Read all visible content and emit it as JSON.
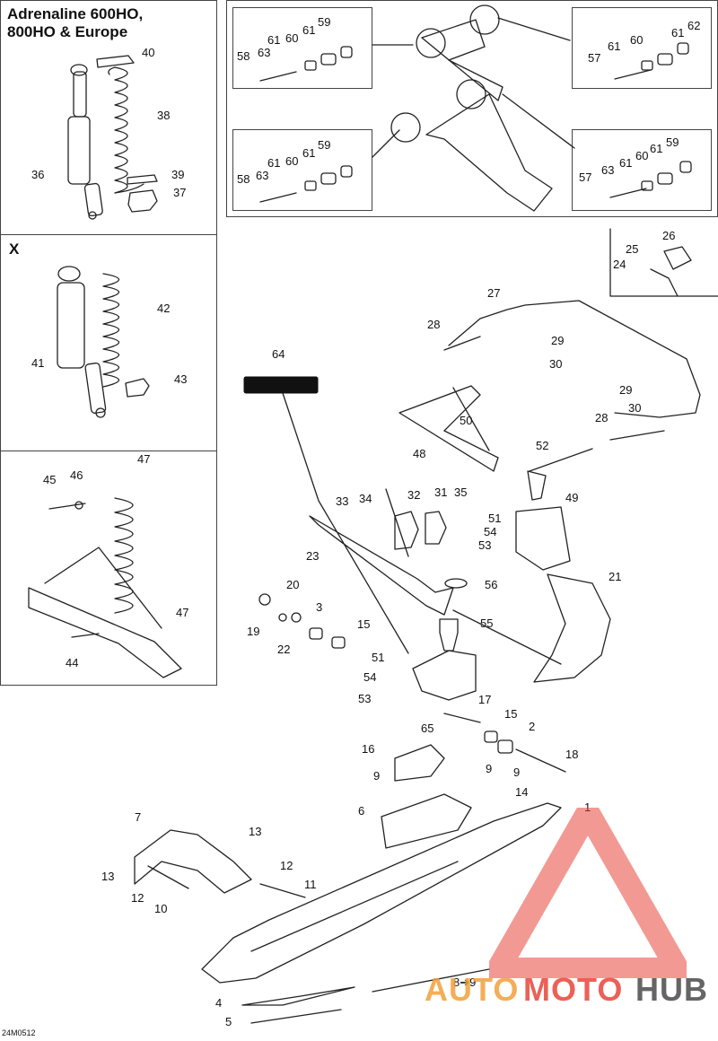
{
  "panels": {
    "adrenaline": {
      "title_line1": "Adrenaline 600HO,",
      "title_line2": "800HO & Europe"
    },
    "x": {
      "title": "X"
    }
  },
  "callouts": {
    "p40": "40",
    "p38": "38",
    "p36": "36",
    "p39": "39",
    "p37": "37",
    "p42": "42",
    "p41": "41",
    "p43": "43",
    "p47a": "47",
    "p45": "45",
    "p46": "46",
    "p47b": "47",
    "p44": "44",
    "b1_59": "59",
    "b1_61a": "61",
    "b1_60": "60",
    "b1_61b": "61",
    "b1_58": "58",
    "b1_63": "63",
    "b2_59": "59",
    "b2_61a": "61",
    "b2_60": "60",
    "b2_61b": "61",
    "b2_58": "58",
    "b2_63": "63",
    "b3_62": "62",
    "b3_61a": "61",
    "b3_60": "60",
    "b3_61b": "61",
    "b3_57": "57",
    "b4_59": "59",
    "b4_61a": "61",
    "b4_60": "60",
    "b4_61b": "61",
    "b4_57": "57",
    "b4_63": "63",
    "m26": "26",
    "m25": "25",
    "m24": "24",
    "m27": "27",
    "m28a": "28",
    "m29a": "29",
    "m30a": "30",
    "m29b": "29",
    "m30b": "30",
    "m28b": "28",
    "m64": "64",
    "m50": "50",
    "m48": "48",
    "m52": "52",
    "m49": "49",
    "m33": "33",
    "m34": "34",
    "m32": "32",
    "m31": "31",
    "m35": "35",
    "m51a": "51",
    "m54a": "54",
    "m53a": "53",
    "m23": "23",
    "m21": "21",
    "m56": "56",
    "m20": "20",
    "m3": "3",
    "m19": "19",
    "m15a": "15",
    "m22": "22",
    "m55": "55",
    "m51b": "51",
    "m54b": "54",
    "m53b": "53",
    "m17": "17",
    "m65": "65",
    "m15b": "15",
    "m2": "2",
    "m18": "18",
    "m16": "16",
    "m9a": "9",
    "m9b": "9",
    "m9c": "9",
    "m14": "14",
    "m6": "6",
    "m1": "1",
    "m7": "7",
    "m13a": "13",
    "m13b": "13",
    "m12a": "12",
    "m12b": "12",
    "m11": "11",
    "m10": "10",
    "m89": "8➔9",
    "m4": "4",
    "m5": "5"
  },
  "diagram_code": "24M0512",
  "watermark": {
    "word_auto": "AUTO",
    "word_moto": "MOTO",
    "word_hub": "HUB",
    "color_main": "#e8463a",
    "color_hub": "#555555"
  }
}
